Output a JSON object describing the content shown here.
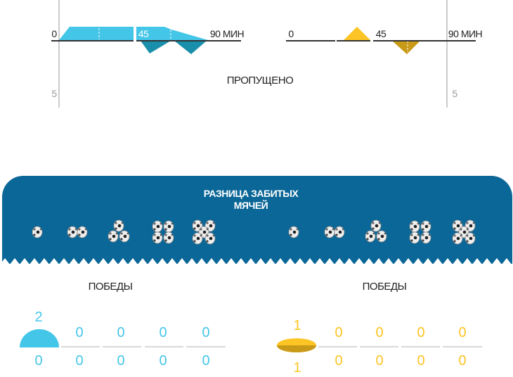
{
  "top": {
    "left_chart": {
      "start_label": "0",
      "half_label": "45",
      "end_label": "90 МИН",
      "axis_value": "5",
      "color": "#44c6e8",
      "dark_color": "#1a8fab"
    },
    "right_chart": {
      "start_label": "0",
      "half_label": "45",
      "end_label": "90 МИН",
      "axis_value": "5",
      "color": "#fcc424",
      "dark_color": "#c99a17"
    },
    "conceded_label": "ПРОПУЩЕНО"
  },
  "banner": {
    "title_line1": "РАЗНИЦА ЗАБИТЫХ",
    "title_line2": "МЯЧЕЙ",
    "color": "#0b6797",
    "ball_groups": [
      1,
      2,
      3,
      4,
      5
    ]
  },
  "wins": {
    "left": {
      "label": "ПОБЕДЫ",
      "color": "#44c6e8",
      "top": [
        "2",
        "0",
        "0",
        "0",
        "0"
      ],
      "bottom": [
        "0",
        "0",
        "0",
        "0",
        "0"
      ]
    },
    "right": {
      "label": "ПОБЕДЫ",
      "color": "#fcc424",
      "top": [
        "1",
        "0",
        "0",
        "0",
        "0"
      ],
      "bottom": [
        "1",
        "0",
        "0",
        "0",
        "0"
      ]
    }
  },
  "chart_data": {
    "type": "table",
    "title": "ПОБЕДЫ",
    "categories": [
      "1",
      "2",
      "3",
      "4",
      "5"
    ],
    "series": [
      {
        "name": "left",
        "wins_top": [
          2,
          0,
          0,
          0,
          0
        ],
        "wins_bottom": [
          0,
          0,
          0,
          0,
          0
        ]
      },
      {
        "name": "right",
        "wins_top": [
          1,
          0,
          0,
          0,
          0
        ],
        "wins_bottom": [
          1,
          0,
          0,
          0,
          0
        ]
      }
    ]
  }
}
